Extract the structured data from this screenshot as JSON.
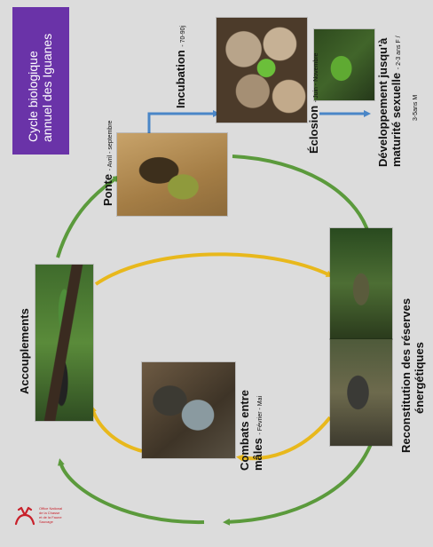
{
  "title": {
    "line1": "Cycle biologique",
    "line2": "annuel des Iguanes"
  },
  "stages": {
    "ponte": {
      "label": "Ponte",
      "period": "- Avril - septembre"
    },
    "incubation": {
      "label": "Incubation",
      "period": "- 70-90j"
    },
    "eclosion": {
      "label": "Éclosion",
      "period": "- Juin - Novembre"
    },
    "developpement": {
      "line1": "Développement jusqu'à",
      "line2": "maturité sexuelle",
      "period": "- 2-3 ans F /",
      "period2": "3-5ans M"
    },
    "reconstitution": {
      "line1": "Reconstitution des réserves",
      "line2": "énergétiques"
    },
    "combats": {
      "line1": "Combats entre",
      "line2": "mâles",
      "period": "- Février - Mai"
    },
    "accouplements": {
      "label": "Accouplements"
    }
  },
  "logo": {
    "line1": "Office National",
    "line2": "de la Chasse",
    "line3": "et de la Faune Sauvage"
  },
  "colors": {
    "title_bg": "#6a33a8",
    "cycle_green": "#5b9a3c",
    "cycle_yellow": "#e8b81c",
    "arrow_blue": "#4a86c7"
  }
}
